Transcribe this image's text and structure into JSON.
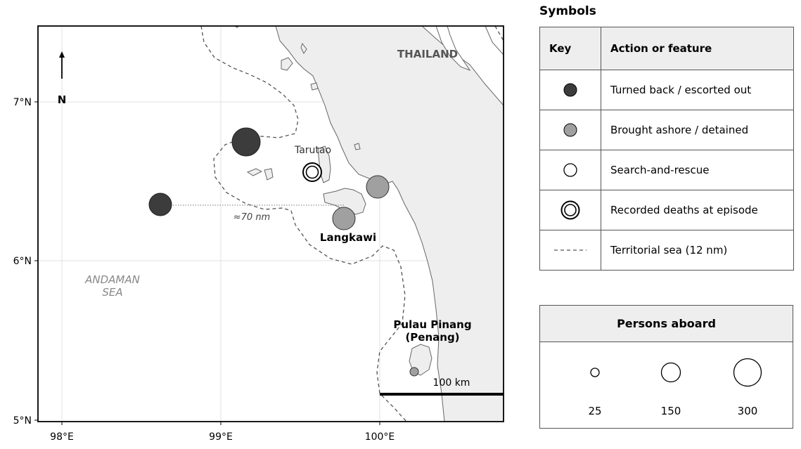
{
  "map": {
    "lat_ticks": [
      "7°N",
      "6°N",
      "5°N"
    ],
    "lon_ticks": [
      "98°E",
      "99°E",
      "100°E"
    ],
    "north_label": "N",
    "labels": {
      "thailand": "THAILAND",
      "tarutao": "Tarutao",
      "langkawi": "Langkawi",
      "penang_line1": "Pulau Pinang",
      "penang_line2": "(Penang)",
      "sea_line1": "ANDAMAN",
      "sea_line2": "SEA",
      "distance": "≈70 nm",
      "scale": "100 km"
    },
    "markers": [
      {
        "name": "turned-back-large",
        "type": "turned_back",
        "persons": 300
      },
      {
        "name": "turned-back-offshore",
        "type": "turned_back",
        "persons": 220
      },
      {
        "name": "deaths-tarutao",
        "type": "deaths",
        "persons": 150
      },
      {
        "name": "brought-ashore-coast",
        "type": "brought_ashore",
        "persons": 220
      },
      {
        "name": "brought-ashore-langkawi",
        "type": "brought_ashore",
        "persons": 220
      },
      {
        "name": "brought-ashore-penang",
        "type": "brought_ashore",
        "persons": 25
      }
    ],
    "colors": {
      "land": "#eeeeee",
      "sea": "#ffffff",
      "turned_back": "#3c3c3c",
      "brought_ashore": "#a0a0a0",
      "rescue": "#ffffff",
      "territorial_line": "#555555"
    }
  },
  "legend": {
    "title": "Symbols",
    "col_key": "Key",
    "col_action": "Action or feature",
    "rows": [
      {
        "symbol": "dark-circle-icon",
        "label": "Turned back / escorted out"
      },
      {
        "symbol": "grey-circle-icon",
        "label": "Brought ashore / detained"
      },
      {
        "symbol": "white-circle-icon",
        "label": "Search-and-rescue"
      },
      {
        "symbol": "double-ring-icon",
        "label": "Recorded deaths at episode"
      },
      {
        "symbol": "dashed-line-icon",
        "label": "Territorial sea (12 nm)"
      }
    ]
  },
  "size_legend": {
    "title": "Persons aboard",
    "items": [
      {
        "value": 25,
        "label": "25"
      },
      {
        "value": 150,
        "label": "150"
      },
      {
        "value": 300,
        "label": "300"
      }
    ]
  }
}
